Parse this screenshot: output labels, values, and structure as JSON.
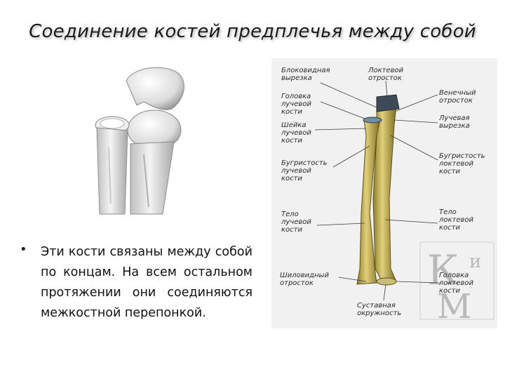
{
  "slide": {
    "title": "Соединение костей предплечья между собой",
    "bullet": "Эти кости связаны между собой по концам. На всем остальном протяжении они соединяются межкостной перепонкой."
  },
  "diagram": {
    "labels": {
      "trochlear_notch": [
        "Блоковидная",
        "вырезка"
      ],
      "olecranon": [
        "Локтевой",
        "отросток"
      ],
      "radius_head": [
        "Головка",
        "лучевой",
        "кости"
      ],
      "coronoid": [
        "Венечный",
        "отросток"
      ],
      "radius_neck": [
        "Шейка",
        "лучевой",
        "кости"
      ],
      "radial_notch": [
        "Лучевая",
        "вырезка"
      ],
      "radial_tuberosity": [
        "Бугристость",
        "лучевой",
        "кости"
      ],
      "ulnar_tuberosity": [
        "Бугристость",
        "локтевой",
        "кости"
      ],
      "radius_body": [
        "Тело",
        "лучевой",
        "кости"
      ],
      "ulna_body": [
        "Тело",
        "локтевой",
        "кости"
      ],
      "styloid": [
        "Шиловидный",
        "отросток"
      ],
      "ulna_head": [
        "Головка",
        "локтевой",
        "кости"
      ],
      "articular_circumference": [
        "Суставная",
        "окружность"
      ]
    },
    "watermark": {
      "big": "К",
      "small": "и",
      "bottom": "М"
    }
  }
}
